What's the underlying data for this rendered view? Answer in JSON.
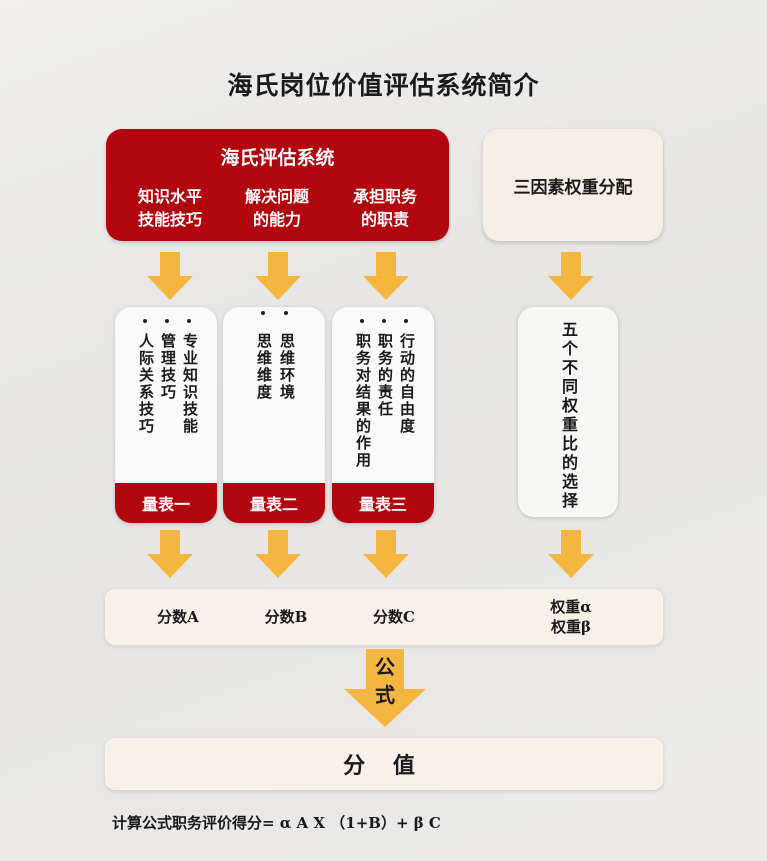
{
  "title": "海氏岗位价值评估系统简介",
  "hay_system": {
    "title": "海氏评估系统",
    "factors": [
      {
        "line1": "知识水平",
        "line2": "技能技巧"
      },
      {
        "line1": "解决问题",
        "line2": "的能力"
      },
      {
        "line1": "承担职务",
        "line2": "的职责"
      }
    ]
  },
  "weight_box": {
    "label": "三因素权重分配"
  },
  "cards": [
    {
      "items": [
        "专业知识技能",
        "管理技巧",
        "人际关系技巧"
      ],
      "footer": "量表一"
    },
    {
      "items": [
        "思维环境",
        "思维维度"
      ],
      "footer": "量表二"
    },
    {
      "items": [
        "行动的自由度",
        "职务的责任",
        "职务对结果的作用"
      ],
      "footer": "量表三"
    }
  ],
  "weight_card": {
    "text": "五个不同权重比的选择"
  },
  "scores": {
    "a": "分数A",
    "b": "分数B",
    "c": "分数C",
    "alpha": "权重α",
    "beta": "权重β"
  },
  "formula_arrow": {
    "line1": "公",
    "line2": "式"
  },
  "value_box": {
    "label": "分 值"
  },
  "formula_text": "计算公式职务评价得分= α A X （1+B）+ β C",
  "colors": {
    "red": "#b2060e",
    "arrow": "#f4b63f",
    "cream": "#f7f1ea"
  }
}
